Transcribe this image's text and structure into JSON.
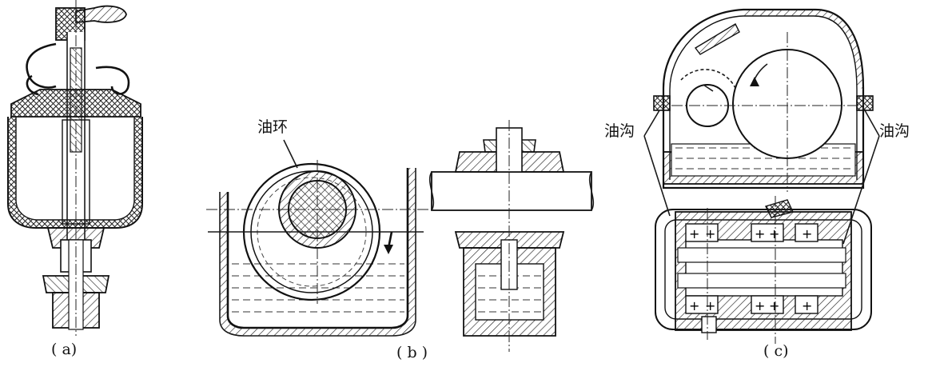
{
  "labels": {
    "oil_ring": "油环",
    "oil_groove_left": "油沟",
    "oil_groove_right": "油沟"
  },
  "captions": {
    "a": "( a)",
    "b": "( b )",
    "c": "( c)"
  }
}
